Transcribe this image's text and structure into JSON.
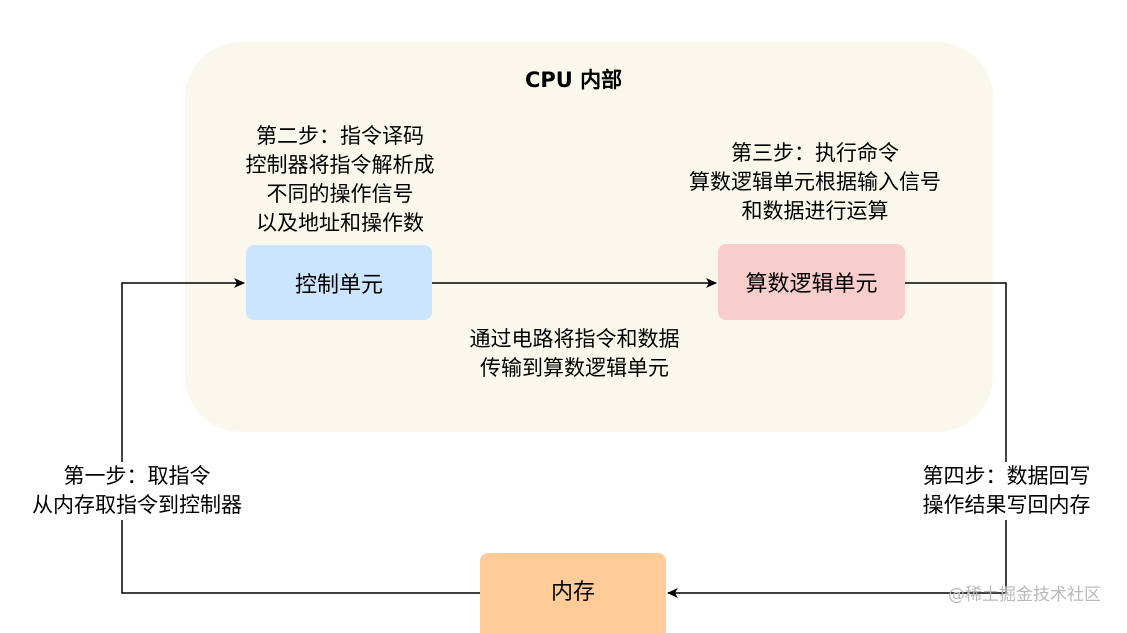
{
  "cpu": {
    "title": "CPU 内部",
    "panel_color": "#faf8ec"
  },
  "nodes": {
    "control_unit": {
      "label": "控制单元",
      "color": "#cce5ff"
    },
    "alu": {
      "label": "算数逻辑单元",
      "color": "#f8cecc"
    },
    "memory": {
      "label": "内存",
      "color": "#ffcc99"
    }
  },
  "steps": {
    "step1": [
      "第一步：取指令",
      "从内存取指令到控制器"
    ],
    "step2": [
      "第二步：指令译码",
      "控制器将指令解析成",
      "不同的操作信号",
      "以及地址和操作数"
    ],
    "step3": [
      "第三步：执行命令",
      "算数逻辑单元根据输入信号",
      "和数据进行运算"
    ],
    "step4": [
      "第四步：数据回写",
      "操作结果写回内存"
    ],
    "transfer": [
      "通过电路将指令和数据",
      "传输到算数逻辑单元"
    ]
  },
  "watermark": "@稀土掘金技术社区"
}
